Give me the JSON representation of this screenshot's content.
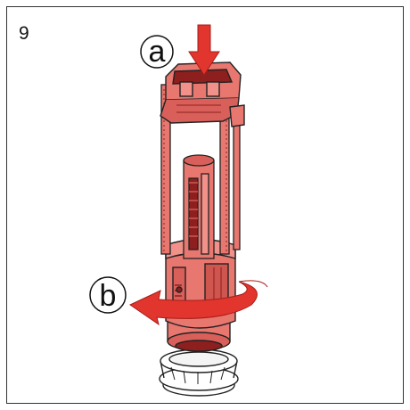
{
  "step": {
    "number": "9"
  },
  "callouts": {
    "a": "a",
    "b": "b"
  },
  "colors": {
    "part_red": "#e8776f",
    "part_dark": "#8e1f1f",
    "arrow_red": "#e2352e",
    "outline": "#222222",
    "frame": "#333333"
  },
  "icons": {
    "press_arrow": "arrow-down-icon",
    "rotate_arrow": "rotate-left-icon"
  }
}
